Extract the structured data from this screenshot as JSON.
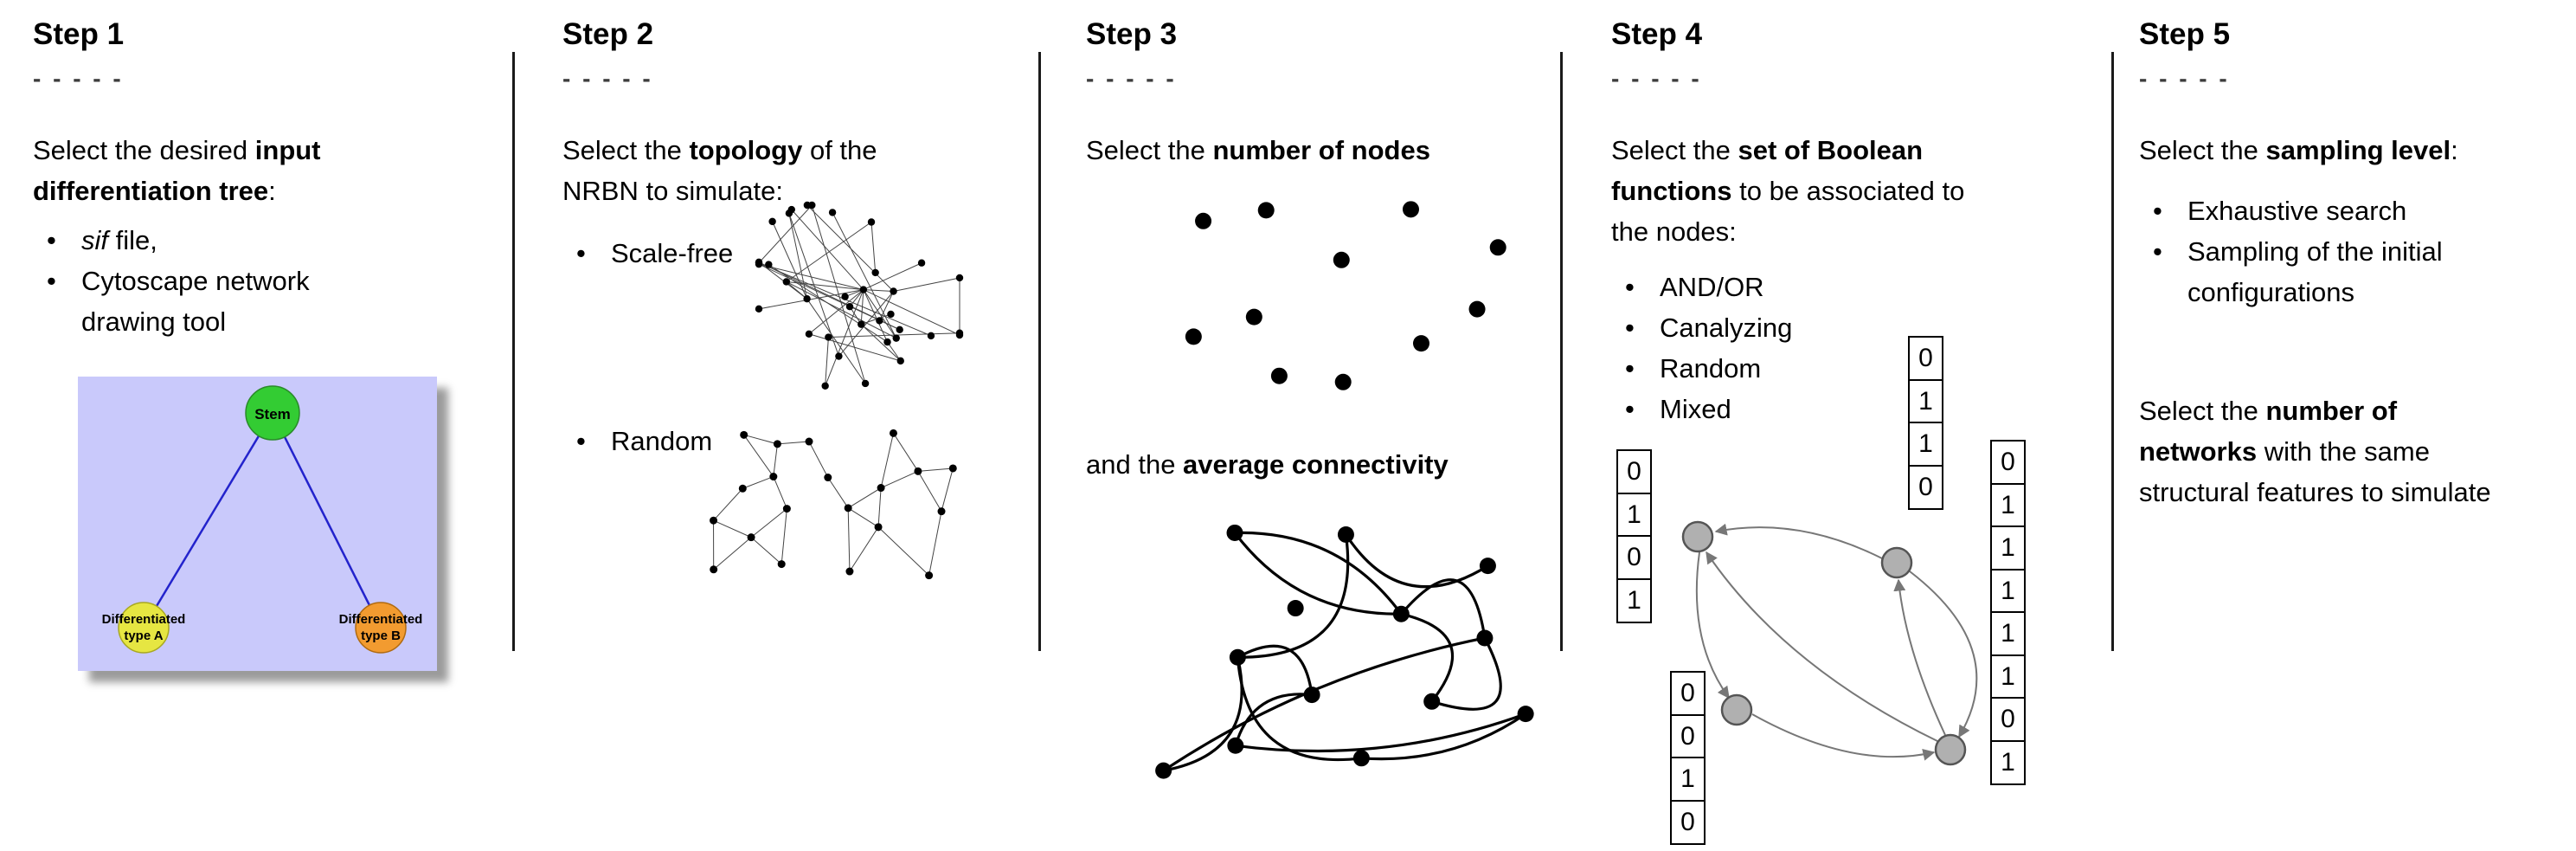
{
  "steps": {
    "s1": {
      "title": "Step 1",
      "dashes": "- - - - -",
      "intro_pre": "Select the desired ",
      "intro_bold1": "input",
      "intro_bold2": "differentiation tree",
      "intro_post": ":",
      "bullet1_italic": "sif",
      "bullet1_rest": " file,",
      "bullet2_line1": "Cytoscape network",
      "bullet2_line2": "drawing tool",
      "tree": {
        "root": "Stem",
        "left_line1": "Differentiated",
        "left_line2": "type A",
        "right_line1": "Differentiated",
        "right_line2": "type B"
      },
      "colors": {
        "background": "#c9c9fb",
        "stem": "#33cc33",
        "type_a": "#e6e642",
        "type_b": "#f29b30",
        "edge": "#2323cc"
      }
    },
    "s2": {
      "title": "Step 2",
      "dashes": "- - - - -",
      "intro_pre": "Select the ",
      "intro_bold": "topology",
      "intro_mid": " of the",
      "intro_line2": "NRBN to simulate:",
      "bullet1": "Scale-free",
      "bullet2": "Random"
    },
    "s3": {
      "title": "Step 3",
      "dashes": "- - - - -",
      "p1_pre": "Select the ",
      "p1_bold": "number of nodes",
      "p2_pre": "and the ",
      "p2_bold": "average connectivity"
    },
    "s4": {
      "title": "Step 4",
      "dashes": "- - - - -",
      "intro_pre": "Select the ",
      "intro_bold1": "set of Boolean",
      "intro_bold2": "functions",
      "intro_mid": " to be associated to",
      "intro_line3": "the nodes:",
      "bullets": [
        "AND/OR",
        "Canalyzing",
        "Random",
        "Mixed"
      ],
      "tables": {
        "top": [
          "0",
          "1",
          "1",
          "0"
        ],
        "left": [
          "0",
          "1",
          "0",
          "1"
        ],
        "bottom": [
          "0",
          "0",
          "1",
          "0"
        ],
        "right": [
          "0",
          "1",
          "1",
          "1",
          "1",
          "1",
          "0",
          "1"
        ]
      }
    },
    "s5": {
      "title": "Step 5",
      "dashes": "- - - - -",
      "p1_pre": "Select the ",
      "p1_bold": "sampling level",
      "p1_post": ":",
      "bullet1": "Exhaustive search",
      "bullet2_line1": "Sampling of the initial",
      "bullet2_line2": "configurations",
      "p2_pre": "Select the ",
      "p2_bold1": "number of",
      "p2_bold2": "networks",
      "p2_mid": " with the same",
      "p2_line3": "structural features to simulate"
    }
  }
}
